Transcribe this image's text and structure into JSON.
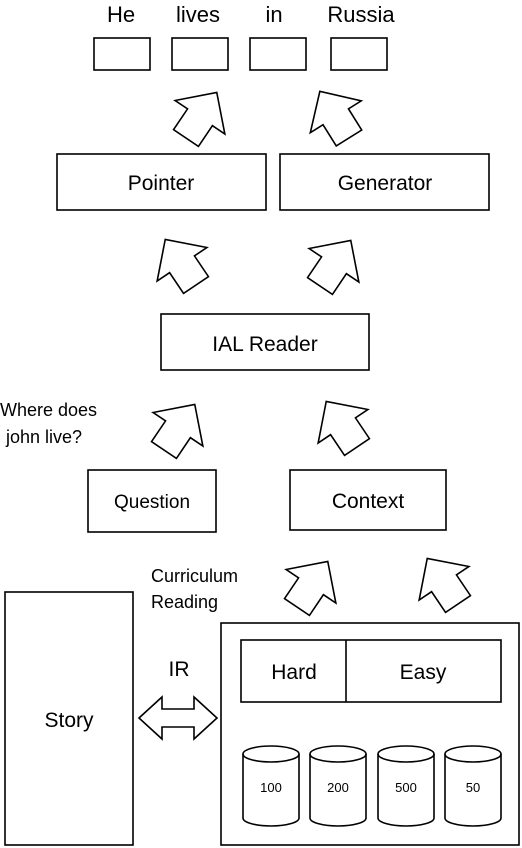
{
  "output_tokens": [
    "He",
    "lives",
    "in",
    "Russia"
  ],
  "modules": {
    "pointer": "Pointer",
    "generator": "Generator",
    "reader": "IAL Reader",
    "question": "Question",
    "context": "Context",
    "story": "Story"
  },
  "question_text": {
    "line1": "Where does",
    "line2": "john live?"
  },
  "curriculum": {
    "line1": "Curriculum",
    "line2": "Reading"
  },
  "ir_label": "IR",
  "difficulty": {
    "hard": "Hard",
    "easy": "Easy"
  },
  "buckets": [
    "100",
    "200",
    "500",
    "50"
  ]
}
